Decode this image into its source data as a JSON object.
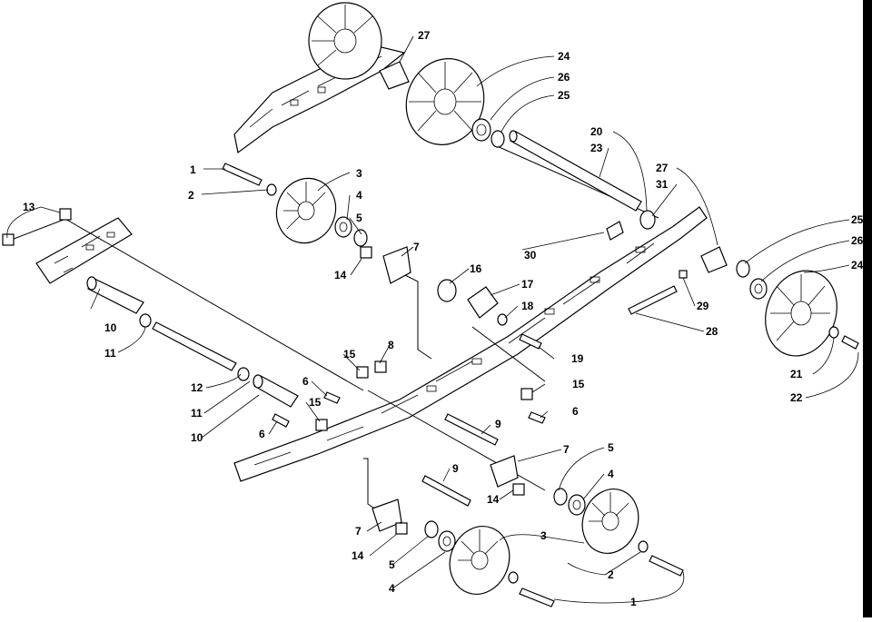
{
  "callouts": [
    {
      "id": "c27a",
      "label": "27"
    },
    {
      "id": "c24a",
      "label": "24"
    },
    {
      "id": "c26a",
      "label": "26"
    },
    {
      "id": "c25a",
      "label": "25"
    },
    {
      "id": "c20",
      "label": "20"
    },
    {
      "id": "c23",
      "label": "23"
    },
    {
      "id": "c27b",
      "label": "27"
    },
    {
      "id": "c31",
      "label": "31"
    },
    {
      "id": "c1a",
      "label": "1"
    },
    {
      "id": "c3a",
      "label": "3"
    },
    {
      "id": "c2a",
      "label": "2"
    },
    {
      "id": "c4a",
      "label": "4"
    },
    {
      "id": "c5a",
      "label": "5"
    },
    {
      "id": "c13",
      "label": "13"
    },
    {
      "id": "c7a",
      "label": "7"
    },
    {
      "id": "c14a",
      "label": "14"
    },
    {
      "id": "c16",
      "label": "16"
    },
    {
      "id": "c17",
      "label": "17"
    },
    {
      "id": "c18",
      "label": "18"
    },
    {
      "id": "c30",
      "label": "30"
    },
    {
      "id": "c25b",
      "label": "25"
    },
    {
      "id": "c26b",
      "label": "26"
    },
    {
      "id": "c24b",
      "label": "24"
    },
    {
      "id": "c29",
      "label": "29"
    },
    {
      "id": "c28",
      "label": "28"
    },
    {
      "id": "c10a",
      "label": "10"
    },
    {
      "id": "c11a",
      "label": "11"
    },
    {
      "id": "c19",
      "label": "19"
    },
    {
      "id": "c21",
      "label": "21"
    },
    {
      "id": "c22",
      "label": "22"
    },
    {
      "id": "c8",
      "label": "8"
    },
    {
      "id": "c15a",
      "label": "15"
    },
    {
      "id": "c12",
      "label": "12"
    },
    {
      "id": "c15b",
      "label": "15"
    },
    {
      "id": "c6a",
      "label": "6"
    },
    {
      "id": "c11b",
      "label": "11"
    },
    {
      "id": "c15c",
      "label": "15"
    },
    {
      "id": "c6b",
      "label": "6"
    },
    {
      "id": "c10b",
      "label": "10"
    },
    {
      "id": "c6c",
      "label": "6"
    },
    {
      "id": "c9a",
      "label": "9"
    },
    {
      "id": "c7b",
      "label": "7"
    },
    {
      "id": "c5b",
      "label": "5"
    },
    {
      "id": "c9b",
      "label": "9"
    },
    {
      "id": "c4b",
      "label": "4"
    },
    {
      "id": "c14b",
      "label": "14"
    },
    {
      "id": "c3b",
      "label": "3"
    },
    {
      "id": "c7c",
      "label": "7"
    },
    {
      "id": "c14c",
      "label": "14"
    },
    {
      "id": "c2b",
      "label": "2"
    },
    {
      "id": "c5c",
      "label": "5"
    },
    {
      "id": "c1b",
      "label": "1"
    },
    {
      "id": "c4c",
      "label": "4"
    }
  ]
}
